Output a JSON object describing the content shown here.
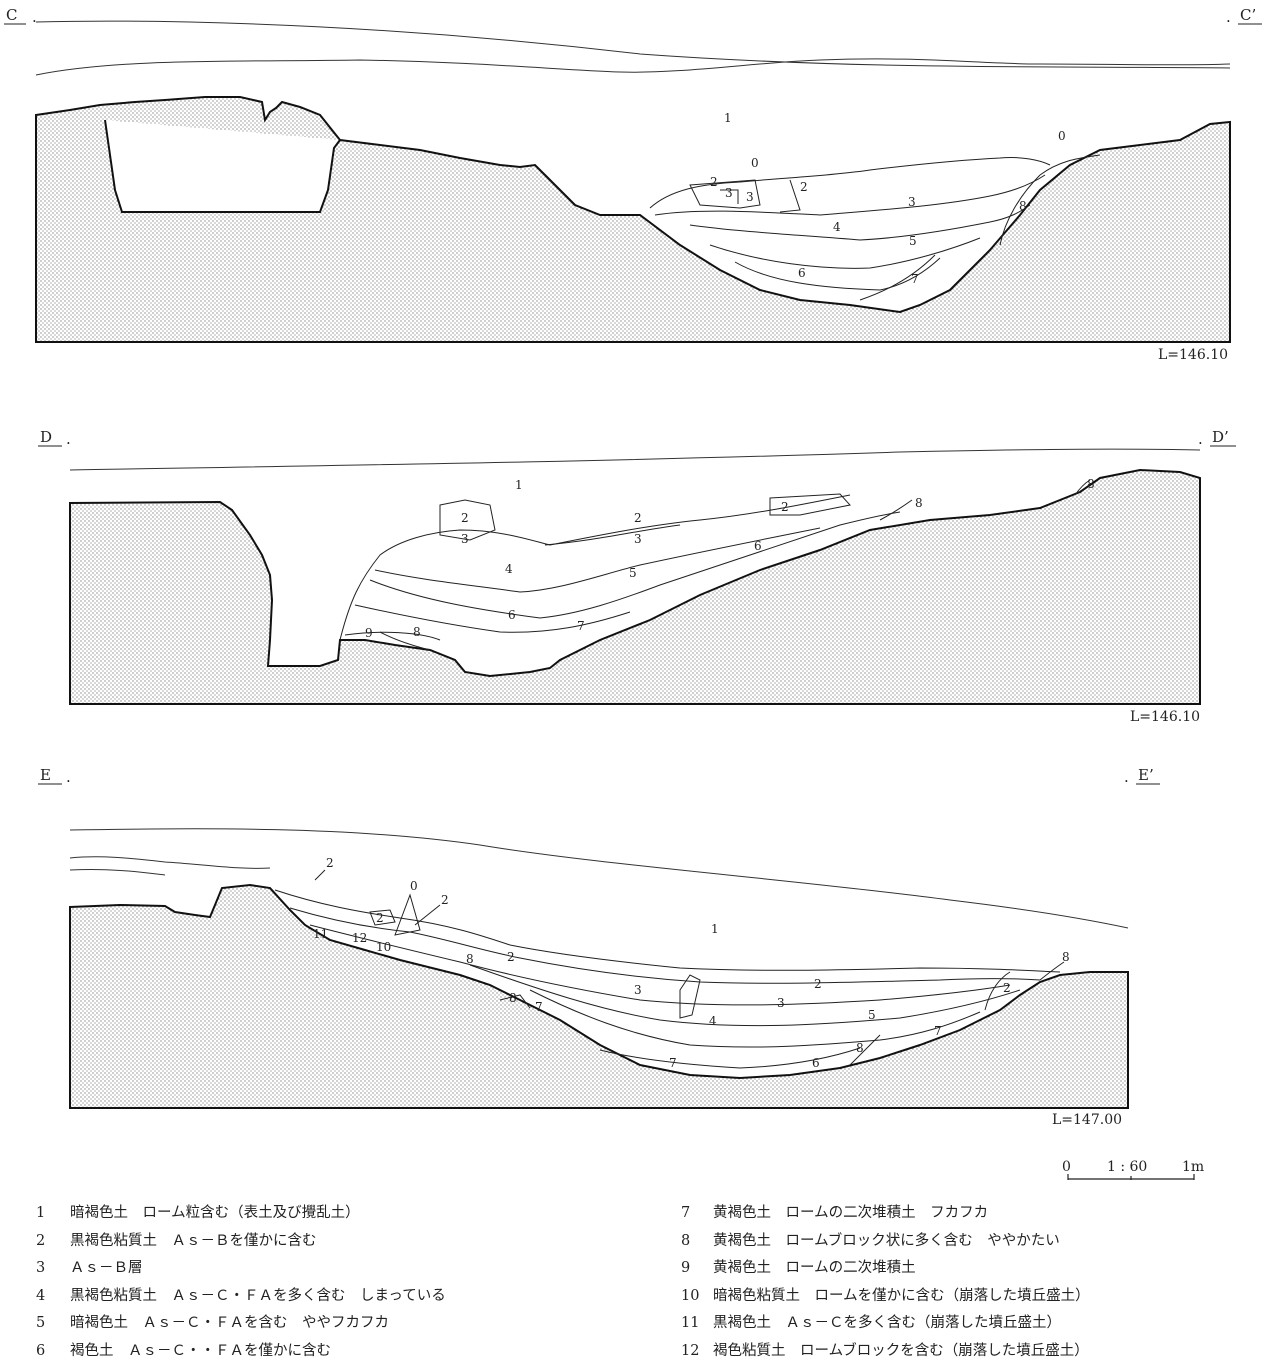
{
  "sections": [
    {
      "id": "C",
      "start_label": "C",
      "end_label": "C’",
      "elevation": "L=146.10",
      "layer_labels": [
        "1",
        "0",
        "0",
        "2",
        "3",
        "3",
        "2",
        "3",
        "4",
        "5",
        "6",
        "7",
        "8"
      ]
    },
    {
      "id": "D",
      "start_label": "D",
      "end_label": "D’",
      "elevation": "L=146.10",
      "layer_labels": [
        "1",
        "2",
        "3",
        "2",
        "3",
        "2",
        "8",
        "8",
        "4",
        "5",
        "6",
        "6",
        "7",
        "8",
        "9"
      ]
    },
    {
      "id": "E",
      "start_label": "E",
      "end_label": "E’",
      "elevation": "L=147.00",
      "layer_labels": [
        "2",
        "0",
        "2",
        "2",
        "11",
        "12",
        "10",
        "8",
        "2",
        "1",
        "8",
        "3",
        "2",
        "3",
        "2",
        "4",
        "5",
        "6",
        "7",
        "8",
        "7",
        "8",
        "7",
        "6"
      ]
    }
  ],
  "scale": {
    "left": "0",
    "middle": "1 : 60",
    "right": "1m"
  },
  "legend": [
    {
      "number": "1",
      "text": "暗褐色土　ローム粒含む（表土及び攪乱土）"
    },
    {
      "number": "2",
      "text": "黒褐色粘質土　Ａｓ－Ｂを僅かに含む"
    },
    {
      "number": "3",
      "text": "Ａｓ－Ｂ層"
    },
    {
      "number": "4",
      "text": "黒褐色粘質土　Ａｓ－Ｃ・ＦＡを多く含む　しまっている"
    },
    {
      "number": "5",
      "text": "暗褐色土　Ａｓ－Ｃ・ＦＡを含む　ややフカフカ"
    },
    {
      "number": "6",
      "text": "褐色土　Ａｓ－Ｃ・・ＦＡを僅かに含む"
    },
    {
      "number": "7",
      "text": "黄褐色土　ロームの二次堆積土　フカフカ"
    },
    {
      "number": "8",
      "text": "黄褐色土　ロームブロック状に多く含む　ややかたい"
    },
    {
      "number": "9",
      "text": "黄褐色土　ロームの二次堆積土"
    },
    {
      "number": "10",
      "text": "暗褐色粘質土　ロームを僅かに含む（崩落した墳丘盛土）"
    },
    {
      "number": "11",
      "text": "黒褐色土　Ａｓ－Ｃを多く含む（崩落した墳丘盛土）"
    },
    {
      "number": "12",
      "text": "褐色粘質土　ロームブロックを含む（崩落した墳丘盛土）"
    }
  ]
}
